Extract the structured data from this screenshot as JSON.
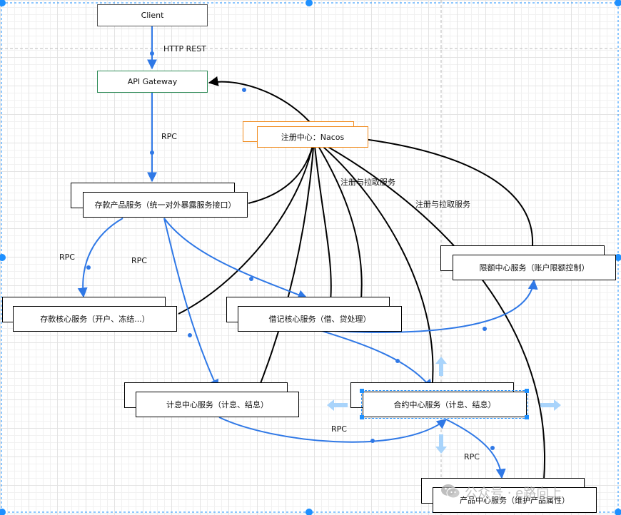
{
  "colors": {
    "edge_blue": "#2f78e6",
    "edge_black": "#000000",
    "gateway_green": "#2e8b57",
    "nacos_orange": "#f08a1c",
    "handle_blue": "#1e90ff"
  },
  "nodes": {
    "client": "Client",
    "gateway": "API Gateway",
    "nacos": "注册中心：Nacos",
    "deposit_product": "存款产品服务（统一对外暴露服务接口）",
    "quota": "限额中心服务（账户限额控制）",
    "deposit_core": "存款核心服务（开户、冻结...）",
    "loan_core": "借记核心服务（借、贷处理）",
    "interest": "计息中心服务（计息、结息）",
    "contract": "合约中心服务（计息、结息）",
    "product_center": "产品中心服务（维护产品属性）"
  },
  "edge_labels": {
    "http_rest": "HTTP REST",
    "rpc_gateway": "RPC",
    "rpc_left": "RPC",
    "rpc_mid": "RPC",
    "rpc_bottom": "RPC",
    "rpc_product": "RPC",
    "register_pull_1": "注册与拉取服务",
    "register_pull_2": "注册与拉取服务"
  },
  "watermark": {
    "icon": "wechat-icon",
    "text": "公众号 · e路向上"
  }
}
